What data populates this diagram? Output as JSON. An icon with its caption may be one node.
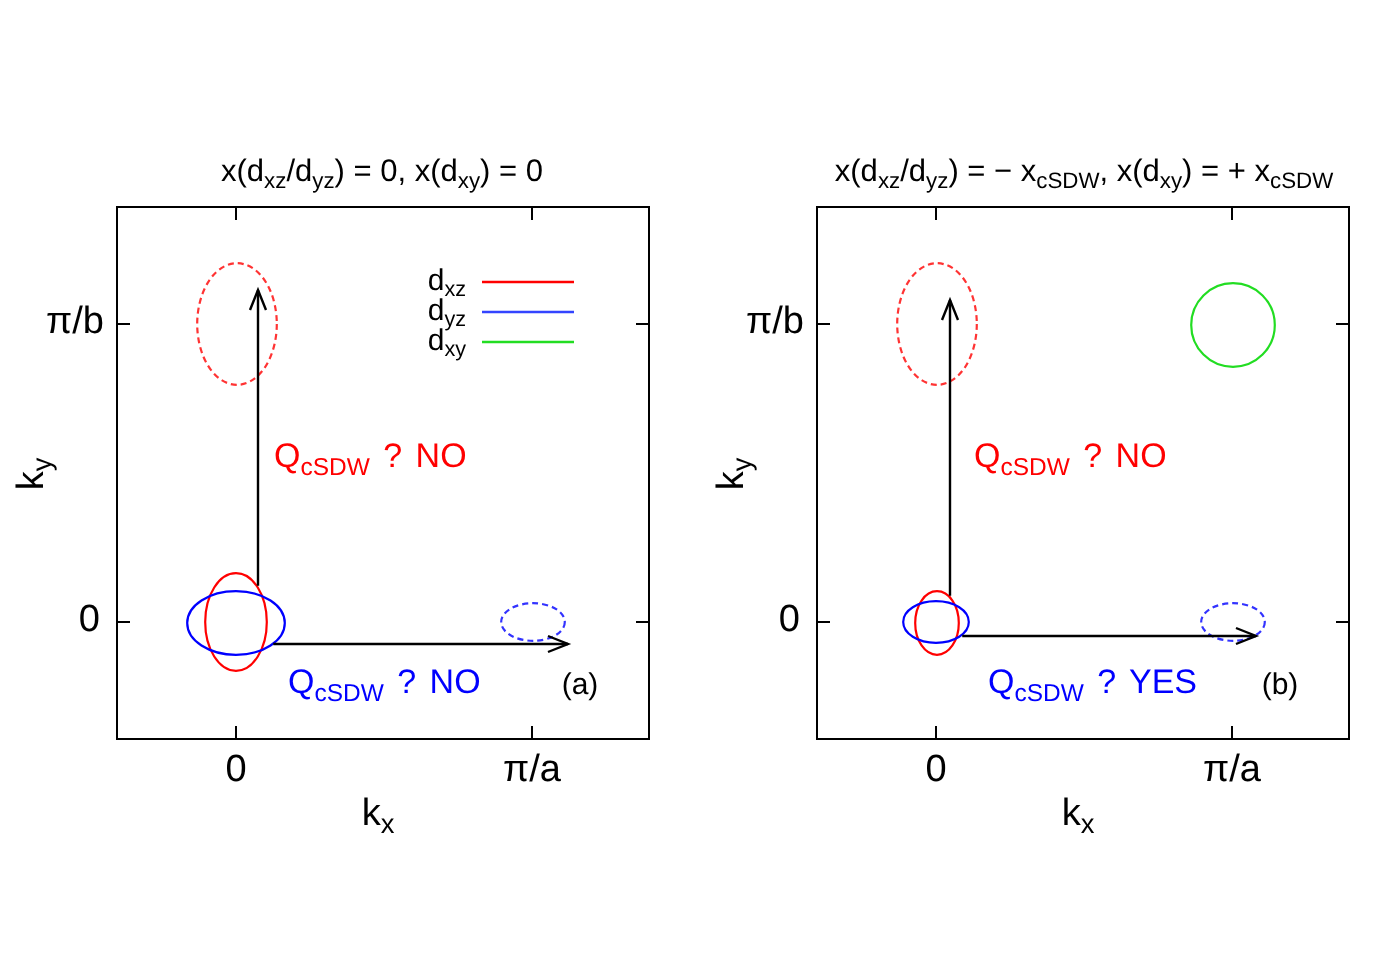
{
  "diagram": {
    "nodes": [
      {
        "text": [
          "x(d$_{xz}$/d$_{yz}$) = 0, x(d$_{xy}$) = 0",
          "(a)"
        ]
      },
      {
        "text": [],
        "shape": "ellipse",
        "in": 0
      },
      {
        "text": [],
        "shape": "ellipse",
        "in": 0
      },
      {
        "text": [],
        "shape": "ellipse",
        "in": 0
      },
      {
        "text": [],
        "shape": "ellipse",
        "in": 0
      },
      {
        "text": [
          "x(d$_{xz}$/d$_{yz}$) = − x$_{cSDW}$, x(d$_{xy}$) = + x$_{cSDW}$",
          "(b)"
        ]
      },
      {
        "text": [],
        "shape": "ellipse",
        "in": 5
      },
      {
        "text": [],
        "shape": "circle",
        "in": 5
      },
      {
        "text": [],
        "shape": "ellipse",
        "in": 5
      },
      {
        "text": [],
        "shape": "ellipse",
        "in": 5
      },
      {
        "text": [],
        "shape": "ellipse",
        "in": 5
      }
    ],
    "edges": [
      {
        "from": 2,
        "to": 1,
        "arrow": "to",
        "label": "Q$_{cSDW}$ ? NO"
      },
      {
        "from": 3,
        "to": 4,
        "arrow": "to",
        "label": "Q$_{cSDW}$ ? NO"
      },
      {
        "from": 8,
        "to": 6,
        "arrow": "to",
        "label": "Q$_{cSDW}$ ? NO"
      },
      {
        "from": 9,
        "to": 10,
        "arrow": "to",
        "label": "Q$_{cSDW}$ ? YES"
      }
    ],
    "labels": [
      "π/b",
      "k$_{y}$",
      "0",
      "0",
      "π/a",
      "k$_{x}$",
      "π/b",
      "k$_{y}$",
      "0",
      "0",
      "π/a",
      "k$_{x}$"
    ],
    "legend": [
      {
        "text": "d$_{xz}$"
      },
      {
        "text": "d$_{yz}$"
      },
      {
        "text": "d$_{xy}$"
      }
    ]
  }
}
